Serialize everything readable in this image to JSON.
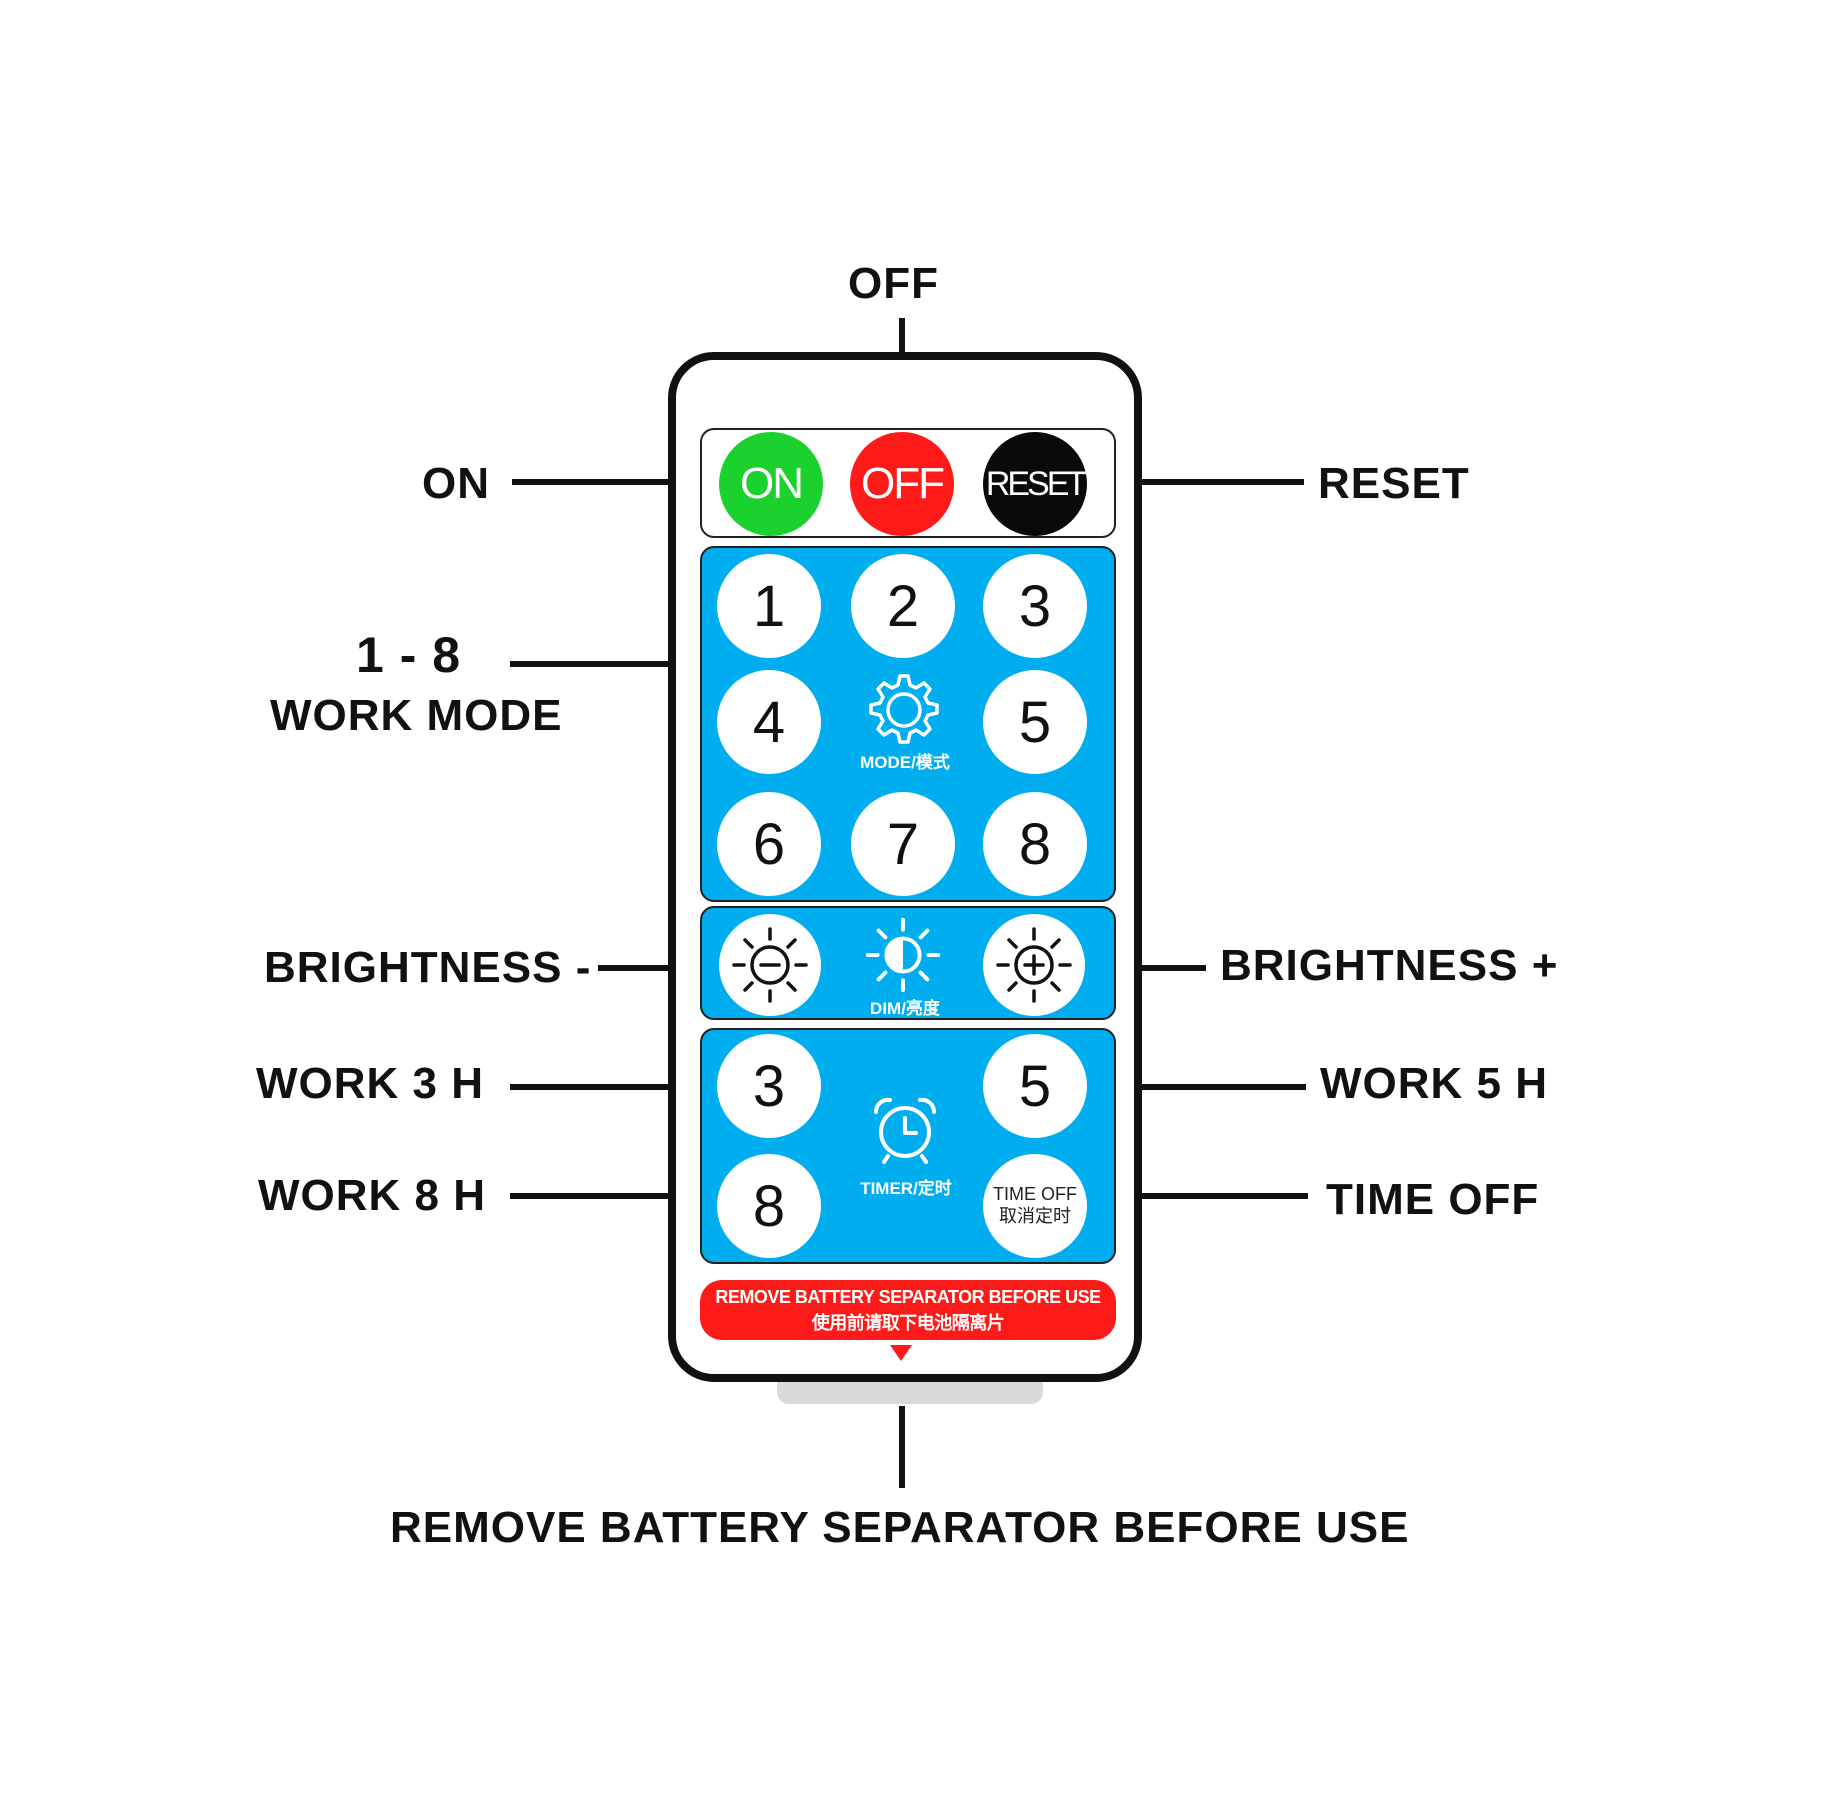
{
  "callouts": {
    "off_top": "OFF",
    "on": "ON",
    "reset": "RESET",
    "work_mode_range": "1 - 8",
    "work_mode": "WORK MODE",
    "brightness_minus": "BRIGHTNESS -",
    "brightness_plus": "BRIGHTNESS +",
    "work_3h": "WORK 3 H",
    "work_5h": "WORK 5 H",
    "work_8h": "WORK 8 H",
    "time_off": "TIME OFF",
    "bottom_note": "REMOVE BATTERY SEPARATOR BEFORE USE"
  },
  "remote": {
    "power_buttons": {
      "on": "ON",
      "off": "OFF",
      "reset": "RESET",
      "colors": {
        "on": "#1bd12e",
        "off": "#ff1a1a",
        "reset": "#0a0a0a"
      }
    },
    "mode_panel": {
      "buttons": [
        "1",
        "2",
        "3",
        "4",
        "5",
        "6",
        "7",
        "8"
      ],
      "caption": "MODE/模式",
      "icon": "gear-icon",
      "color": "#00adef"
    },
    "dim_panel": {
      "caption": "DIM/亮度",
      "icons": [
        "brightness-minus-icon",
        "brightness-half-icon",
        "brightness-plus-icon"
      ]
    },
    "timer_panel": {
      "buttons": [
        "3",
        "5",
        "8"
      ],
      "time_off_line1": "TIME OFF",
      "time_off_line2": "取消定时",
      "caption": "TIMER/定时",
      "icon": "alarm-clock-icon"
    },
    "banner": {
      "line1": "REMOVE BATTERY SEPARATOR BEFORE USE",
      "line2": "使用前请取下电池隔离片"
    }
  }
}
